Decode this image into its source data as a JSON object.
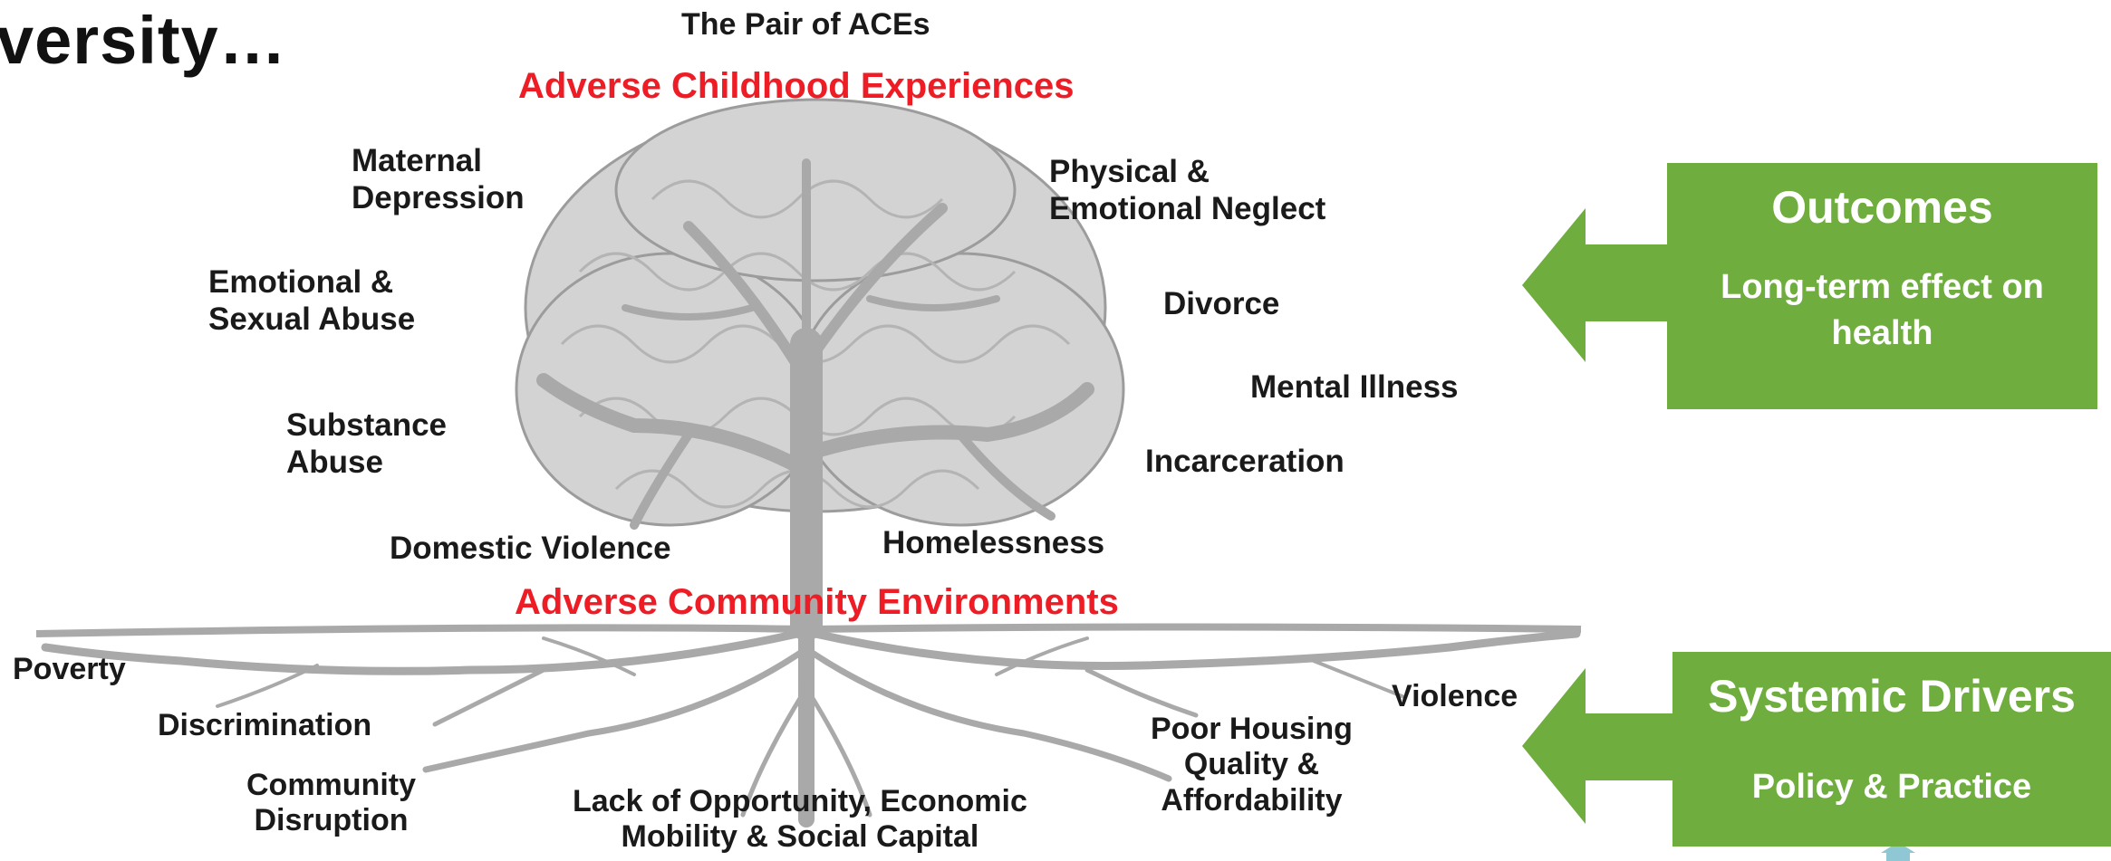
{
  "heading": "versity…",
  "top_title": "The Pair of ACEs",
  "ace_title": "Adverse Childhood Experiences",
  "community_title": "Adverse Community Environments",
  "childhood_items": {
    "maternal": [
      "Maternal",
      "Depression"
    ],
    "emotional_abuse": [
      "Emotional &",
      "Sexual Abuse"
    ],
    "substance": [
      "Substance",
      "Abuse"
    ],
    "domestic": "Domestic Violence",
    "neglect": [
      "Physical &",
      "Emotional Neglect"
    ],
    "divorce": "Divorce",
    "mental": "Mental Illness",
    "incarceration": "Incarceration",
    "homelessness": "Homelessness"
  },
  "community_items": {
    "poverty": "Poverty",
    "discrimination": "Discrimination",
    "disruption": [
      "Community",
      "Disruption"
    ],
    "opportunity": [
      "Lack of Opportunity, Economic",
      "Mobility & Social Capital"
    ],
    "housing": [
      "Poor Housing",
      "Quality &",
      "Affordability"
    ],
    "violence": "Violence"
  },
  "outcomes_box": {
    "title": "Outcomes",
    "subtitle": [
      "Long-term effect on",
      "health"
    ]
  },
  "drivers_box": {
    "title": "Systemic Drivers",
    "subtitle": "Policy & Practice"
  },
  "colors": {
    "green": "#6fad3f",
    "red": "#ee1c25",
    "tree": "#a9a9a9"
  }
}
